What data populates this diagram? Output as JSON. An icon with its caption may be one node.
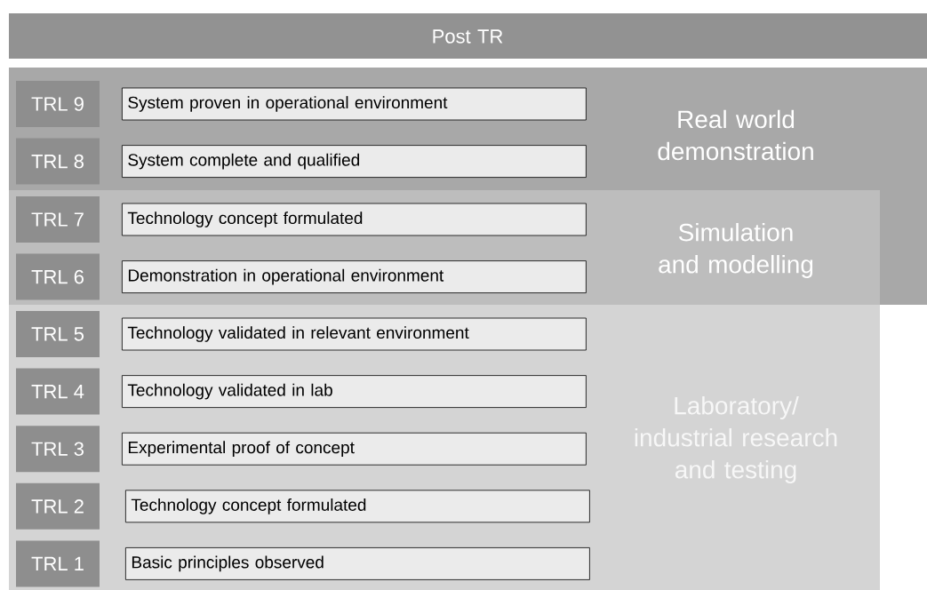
{
  "diagram": {
    "nodes": [
      {
        "text": [
          "Post TR"
        ]
      },
      {
        "text": [
          "Real world demonstration"
        ]
      },
      {
        "text": [
          "TRL 9"
        ],
        "in": 1
      },
      {
        "text": [
          "System proven in operational environment"
        ],
        "in": 1
      },
      {
        "text": [
          "TRL 8"
        ],
        "in": 1
      },
      {
        "text": [
          "System complete and qualified"
        ],
        "in": 1
      },
      {
        "text": [
          "Simulation and modelling"
        ],
        "in": 1
      },
      {
        "text": [
          "TRL 7"
        ],
        "in": 6
      },
      {
        "text": [
          "Technology concept formulated"
        ],
        "in": 6
      },
      {
        "text": [
          "TRL 6"
        ],
        "in": 6
      },
      {
        "text": [
          "Demonstration in operational environment"
        ],
        "in": 6
      },
      {
        "text": [
          "Laboratory/ industrial research and testing"
        ]
      },
      {
        "text": [
          "TRL 5"
        ],
        "in": 11
      },
      {
        "text": [
          "Technology validated in relevant environment"
        ],
        "in": 11
      },
      {
        "text": [
          "TRL 4"
        ],
        "in": 11
      },
      {
        "text": [
          "Technology validated in lab"
        ],
        "in": 11
      },
      {
        "text": [
          "TRL 3"
        ],
        "in": 11
      },
      {
        "text": [
          "Experimental proof of concept"
        ],
        "in": 11
      },
      {
        "text": [
          "TRL 2"
        ],
        "in": 11
      },
      {
        "text": [
          "Technology concept formulated"
        ],
        "in": 11
      },
      {
        "text": [
          "TRL 1"
        ],
        "in": 11
      },
      {
        "text": [
          "Basic principles observed"
        ],
        "in": 11
      }
    ],
    "edges": []
  }
}
